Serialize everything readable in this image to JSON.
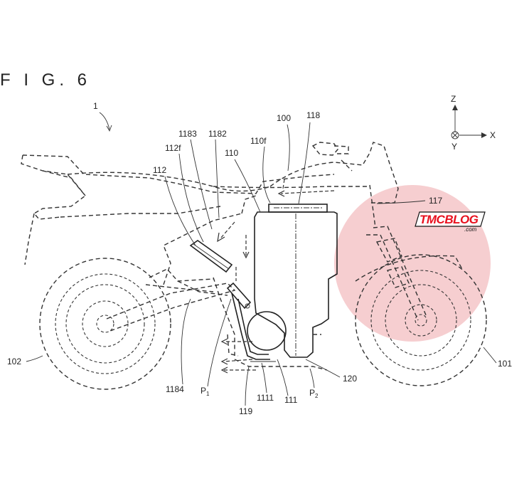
{
  "figure": {
    "title": "F I G.  6",
    "watermark": "TMCBLOG",
    "watermark_sub": ".com",
    "colors": {
      "line": "#333333",
      "highlight": "#f4c6c8",
      "watermark_red": "#e8101e"
    }
  },
  "axes": {
    "z": "Z",
    "x": "X",
    "y": "Y"
  },
  "labels": {
    "l1": "1",
    "l100": "100",
    "l118": "118",
    "l1183": "1183",
    "l1182": "1182",
    "l112f": "112f",
    "l110": "110",
    "l110f": "110f",
    "l112": "112",
    "l117": "117",
    "l102": "102",
    "l101": "101",
    "l1184": "1184",
    "lP1": "P",
    "lP1sub": "1",
    "l119": "119",
    "l1111": "1111",
    "l111": "111",
    "lP2": "P",
    "lP2sub": "2",
    "l120": "120"
  }
}
